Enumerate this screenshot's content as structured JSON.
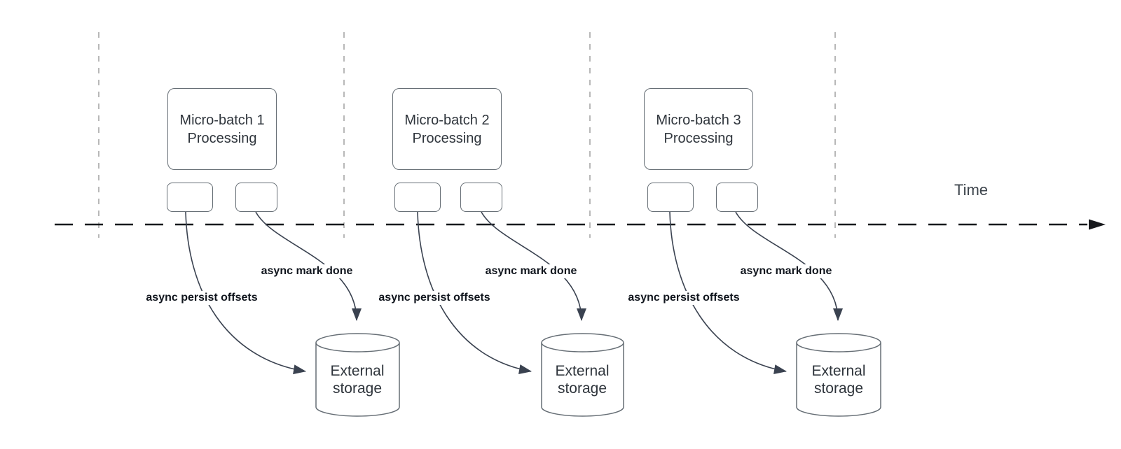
{
  "diagram": {
    "time_axis_label": "Time",
    "colors": {
      "timeline": "#17191c",
      "guide_lines": "#b1b1b1",
      "shape_stroke": "#666e75",
      "arrow_stroke": "#3a4250",
      "box_text": "#2f353c",
      "flow_label_text": "#10151d",
      "background": "#ffffff"
    },
    "groups": [
      {
        "box_line1": "Micro-batch 1",
        "box_line2": "Processing",
        "persist_label": "async persist offsets",
        "done_label": "async mark done",
        "storage_line1": "External",
        "storage_line2": "storage"
      },
      {
        "box_line1": "Micro-batch 2",
        "box_line2": "Processing",
        "persist_label": "async persist offsets",
        "done_label": "async mark done",
        "storage_line1": "External",
        "storage_line2": "storage"
      },
      {
        "box_line1": "Micro-batch 3",
        "box_line2": "Processing",
        "persist_label": "async persist offsets",
        "done_label": "async mark done",
        "storage_line1": "External",
        "storage_line2": "storage"
      }
    ]
  }
}
